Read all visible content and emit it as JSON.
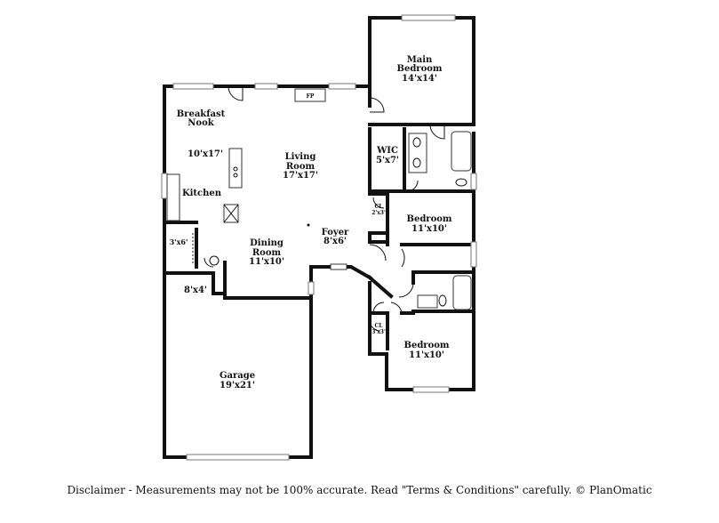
{
  "rooms": {
    "main_bedroom": {
      "name_line1": "Main",
      "name_line2": "Bedroom",
      "dims": "14'x14'"
    },
    "breakfast_nook": {
      "name_line1": "Breakfast",
      "name_line2": "Nook"
    },
    "nook_dims": "10'x17'",
    "fireplace": "FP",
    "living_room": {
      "name_line1": "Living",
      "name_line2": "Room",
      "dims": "17'x17'"
    },
    "wic": {
      "name": "WIC",
      "dims": "5'x7'"
    },
    "kitchen": {
      "name": "Kitchen"
    },
    "closet1": {
      "name": "CL",
      "dims": "2'x3'"
    },
    "bedroom1": {
      "name": "Bedroom",
      "dims": "11'x10'"
    },
    "foyer": {
      "name": "Foyer",
      "dims": "8'x6'"
    },
    "pantry_dims": "3'x6'",
    "dining_room": {
      "name_line1": "Dining",
      "name_line2": "Room",
      "dims": "11'x10'"
    },
    "laundry_dims": "8'x4'",
    "closet2": {
      "name": "CL",
      "dims": "3'x3'"
    },
    "bedroom2": {
      "name": "Bedroom",
      "dims": "11'x10'"
    },
    "garage": {
      "name": "Garage",
      "dims": "19'x21'"
    }
  },
  "disclaimer": "Disclaimer - Measurements may not be 100% accurate. Read \"Terms & Conditions\" carefully. © PlanOmatic"
}
